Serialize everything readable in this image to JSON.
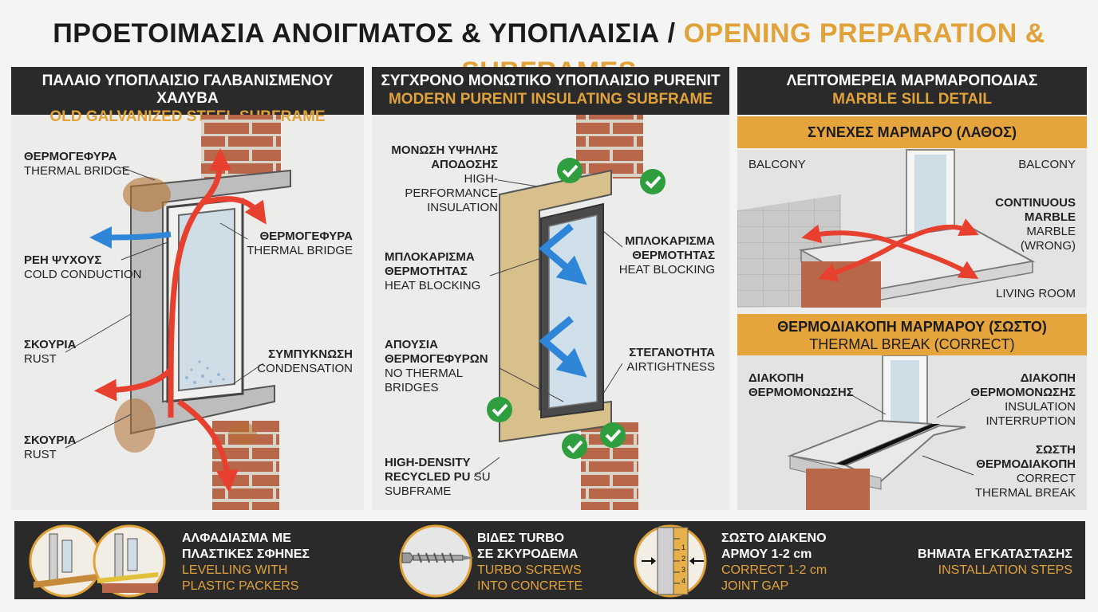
{
  "title": {
    "greek": "ΠΡΟΕΤΟΙΜΑΣΙΑ ΑΝΟΙΓΜΑΤΟΣ & ΥΠΟΠΛΑΙΣΙΑ /",
    "english": "OPENING PREPARATION & SUBFRAMES"
  },
  "panel1": {
    "head_gr": "ΠΑΛΑΙΟ ΥΠΟΠΛΑΙΣΙΟ ΓΑΛΒΑΝΙΣΜΕΝΟΥ ΧΑΛΥΒΑ",
    "head_en": "OLD GALVANIZED STEEL SUBFRAME",
    "labels": [
      {
        "gr": "ΘΕΡΜΟΓΕΦΥΡΑ",
        "en": "THERMAL BRIDGE"
      },
      {
        "gr": "ΘΕΡΜΟΓΕΦΥΡΑ",
        "en": "THERMAL BRIDGE"
      },
      {
        "gr": "ΡΕΗ ΨΥΧΟΥΣ",
        "en": "COLD CONDUCTION"
      },
      {
        "gr": "ΣΚΟΥΡΙΑ",
        "en": "RUST"
      },
      {
        "gr": "ΣΥΜΠΥΚΝΩΣΗ",
        "en": "CONDENSATION"
      },
      {
        "gr": "ΣΚΟΥΡΙΑ",
        "en": "RUST"
      }
    ]
  },
  "panel2": {
    "head_gr": "ΣΥΓΧΡΟΝΟ ΜΟΝΩΤΙΚΟ ΥΠΟΠΛΑΙΣΙΟ PURENIT",
    "head_en": "MODERN PURENIT INSULATING SUBFRAME",
    "labels": [
      {
        "gr1": "ΜΟΝΩΣΗ ΥΨΗΛΗΣ",
        "gr2": "ΑΠΟΔΟΣΗΣ",
        "en1": "HIGH-PERFORMANCE",
        "en2": "INSULATION"
      },
      {
        "gr1": "ΜΠΛΟΚΑΡΙΣΜΑ",
        "gr2": "ΘΕΡΜΟΤΗΤΑΣ",
        "en1": "HEAT BLOCKING"
      },
      {
        "gr1": "ΜΠΛΟΚΑΡΙΣΜΑ",
        "gr2": "ΘΕΡΜΟΤΗΤΑΣ",
        "en1": "HEAT BLOCKING"
      },
      {
        "gr1": "ΑΠΟΥΣΙΑ",
        "gr2": "ΘΕΡΜΟΓΕΦΥΡΩΝ",
        "en1": "NO THERMAL",
        "en2": "BRIDGES"
      },
      {
        "gr1": "ΣΤΕΓΑΝΟΤΗΤΑ",
        "en1": "AIRTIGHTNESS"
      },
      {
        "b1": "HIGH-DENSITY",
        "b2": "RECYCLED PU",
        "n2": " SU",
        "n3": "SUBFRAME"
      }
    ]
  },
  "panel3": {
    "head_gr": "ΛΕΠΤΟΜΕΡΕΙΑ ΜΑΡΜΑΡΟΠΟΔΙΑΣ",
    "head_en": "MARBLE SILL DETAIL",
    "wrong": {
      "header": "ΣΥΝΕΧΕΣ ΜΑΡΜΑΡΟ (ΛΑΘΟΣ)",
      "balcony_left": "BALCONY",
      "balcony_right": "BALCONY",
      "cont1": "CONTINUOUS",
      "cont2": "MARBLE",
      "marble": "MARBLE",
      "wrong_label": "(WRONG)",
      "living": "LIVING ROOM"
    },
    "correct": {
      "header_gr": "ΘΕΡΜΟΔΙΑΚΟΠΗ ΜΑΡΜΑΡΟΥ (ΣΩΣΤΟ)",
      "header_en": "THERMAL BREAK (CORRECT)",
      "left_gr1": "ΔΙΑΚΟΠΗ",
      "left_gr2": "ΘΕΡΜΟΜΟΝΩΣΗΣ",
      "right_gr1": "ΔΙΑΚΟΠΗ",
      "right_gr2": "ΘΕΡΜΟΜΟΝΩΣΗΣ",
      "right_en1": "INSULATION",
      "right_en2": "INTERRUPTION",
      "correct_gr1": "ΣΩΣΤΗ",
      "correct_gr2": "ΘΕΡΜΟΔΙΑΚΟΠΗ",
      "correct_en1": "CORRECT",
      "correct_en2": "THERMAL BREAK"
    }
  },
  "bottom": {
    "item1": {
      "gr1": "ΑΛΦΑΔΙΑΣΜΑ ΜΕ",
      "gr2": "ΠΛΑΣΤΙΚΕΣ ΣΦΗΝΕΣ",
      "en1": "LEVELLING WITH",
      "en2": "PLASTIC PACKERS"
    },
    "item2": {
      "gr1": "ΒΙΔΕΣ TURBO",
      "gr2": "ΣΕ ΣΚΥΡΟΔΕΜΑ",
      "en1": "TURBO SCREWS",
      "en2": "INTO CONCRETE"
    },
    "item3": {
      "gr1": "ΣΩΣΤΟ ΔΙΑΚΕΝΟ",
      "gr2": "ΑΡΜΟΥ 1-2 cm",
      "en1": "CORRECT 1-2 cm",
      "en2": "JOINT GAP"
    },
    "item4": {
      "gr": "ΒΗΜΑΤΑ ΕΓΚΑΤΑΣΤΑΣΗΣ",
      "en": "INSTALLATION STEPS"
    },
    "ruler_digits": [
      "1",
      "2",
      "3",
      "4"
    ]
  },
  "colors": {
    "accent": "#e2a23a",
    "dark": "#2a2a2a",
    "heat": "#e8402f",
    "cold": "#2f86d8",
    "check": "#2e9e3f",
    "brick": "#b8674a"
  }
}
